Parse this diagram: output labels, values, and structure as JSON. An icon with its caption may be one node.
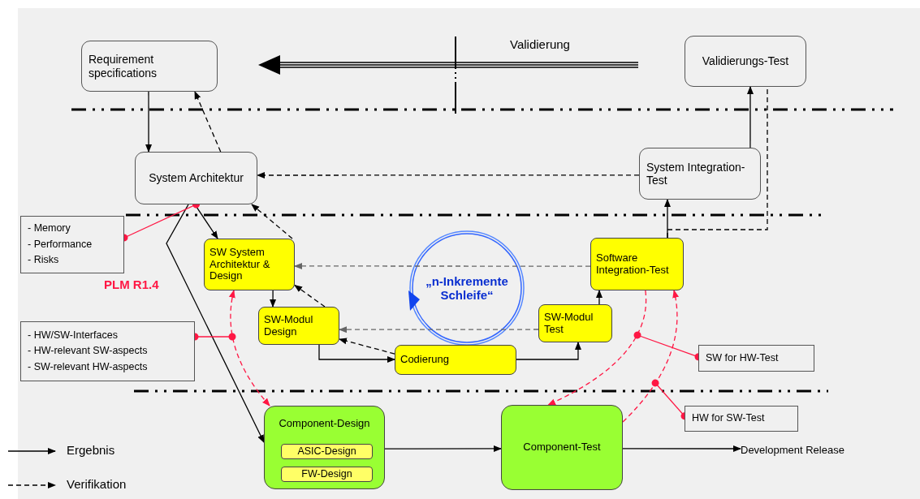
{
  "diagram": {
    "nodes": [
      {
        "text": [
          "Requirement specifications"
        ]
      },
      {
        "text": [
          "Validierungs-Test"
        ]
      },
      {
        "text": [
          "System Architektur"
        ]
      },
      {
        "text": [
          "System Integration-Test"
        ]
      },
      {
        "text": [
          "- Memory",
          "- Performance",
          "- Risks"
        ]
      },
      {
        "text": [
          "SW System Architektur & Design"
        ]
      },
      {
        "text": [
          "SW-Modul Design"
        ]
      },
      {
        "text": [
          "Codierung"
        ]
      },
      {
        "text": [
          "SW-Modul Test"
        ]
      },
      {
        "text": [
          "Software Integration-Test"
        ]
      },
      {
        "text": [
          "- HW/SW-Interfaces",
          "- HW-relevant SW-aspects",
          "- SW-relevant HW-aspects"
        ]
      },
      {
        "text": [
          "SW for HW-Test"
        ]
      },
      {
        "text": [
          "HW for SW-Test"
        ]
      },
      {
        "text": [
          "Component-Design"
        ]
      },
      {
        "text": [
          "ASIC-Design"
        ],
        "in": 13
      },
      {
        "text": [
          "FW-Design"
        ],
        "in": 13
      },
      {
        "text": [
          "Component-Test"
        ]
      },
      {
        "text": [
          "„n-Inkremente Schleife“"
        ]
      },
      {
        "text": [
          "Development Release"
        ]
      }
    ],
    "edges": [
      {
        "from": 0,
        "to": 2,
        "arrow": "to"
      },
      {
        "from": 2,
        "to": 0,
        "arrow": "to",
        "style": "dashed"
      },
      {
        "from": 3,
        "to": 2,
        "arrow": "to",
        "style": "dashed"
      },
      {
        "from": 3,
        "to": 1,
        "arrow": "to"
      },
      {
        "from": 9,
        "to": 3,
        "arrow": "to"
      },
      {
        "from": 9,
        "to": 1,
        "arrow": "none",
        "style": "dashed"
      },
      {
        "from": 2,
        "to": 5,
        "arrow": "to"
      },
      {
        "from": 2,
        "to": 13,
        "arrow": "to"
      },
      {
        "from": 5,
        "to": 2,
        "arrow": "to",
        "style": "dashed"
      },
      {
        "from": 9,
        "to": 5,
        "arrow": "to",
        "style": "dashed",
        "color": "#666666"
      },
      {
        "from": 5,
        "to": 6,
        "arrow": "to"
      },
      {
        "from": 6,
        "to": 5,
        "arrow": "to",
        "style": "dashed"
      },
      {
        "from": 8,
        "to": 6,
        "arrow": "to",
        "style": "dashed",
        "color": "#666666"
      },
      {
        "from": 7,
        "to": 6,
        "arrow": "to",
        "style": "dashed"
      },
      {
        "from": 6,
        "to": 7,
        "arrow": "to"
      },
      {
        "from": 7,
        "to": 8,
        "arrow": "to"
      },
      {
        "from": 8,
        "to": 9,
        "arrow": "to"
      },
      {
        "from": 13,
        "to": 16,
        "arrow": "to"
      },
      {
        "from": 16,
        "to": 18,
        "arrow": "to"
      },
      {
        "from": 13,
        "to": 5,
        "arrow": "both",
        "style": "dashed",
        "color": "#ff1744"
      },
      {
        "from": 9,
        "to": 16,
        "arrow": "to",
        "style": "dashed",
        "color": "#ff1744"
      },
      {
        "from": 16,
        "to": 9,
        "arrow": "to",
        "style": "dashed",
        "color": "#ff1744"
      },
      {
        "from": 4,
        "to": 2,
        "arrow": "other",
        "color": "#ff1744"
      },
      {
        "from": 10,
        "to": null,
        "arrow": "other",
        "color": "#ff1744"
      },
      {
        "from": 11,
        "to": null,
        "arrow": "other",
        "color": "#ff1744"
      },
      {
        "from": 12,
        "to": null,
        "arrow": "other",
        "color": "#ff1744"
      }
    ],
    "labels": [
      "Validierung",
      "PLM R1.4"
    ],
    "legend": [
      {
        "text": "Ergebnis"
      },
      {
        "text": "Verifikation"
      }
    ]
  }
}
